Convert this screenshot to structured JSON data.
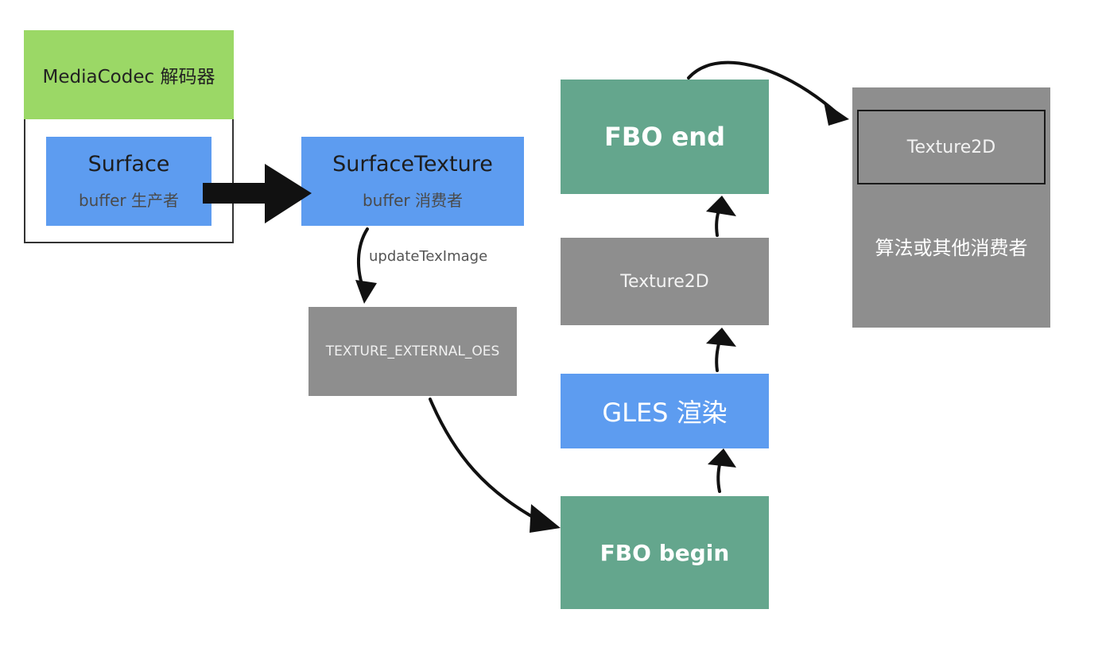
{
  "decoder": {
    "title": "MediaCodec 解码器"
  },
  "surface": {
    "title": "Surface",
    "subtitle": "buffer 生产者"
  },
  "surface_texture": {
    "title": "SurfaceTexture",
    "subtitle": "buffer 消费者"
  },
  "update_label": "updateTexImage",
  "oes": {
    "label": "TEXTURE_EXTERNAL_OES"
  },
  "fbo_begin": {
    "label": "FBO begin"
  },
  "gles": {
    "label": "GLES 渲染"
  },
  "texture_mid": {
    "label": "Texture2D"
  },
  "fbo_end": {
    "label": "FBO end"
  },
  "consumer": {
    "texture_label": "Texture2D",
    "label": "算法或其他消费者"
  },
  "colors": {
    "green": "#9bd866",
    "blue": "#5d9cf0",
    "gray": "#8e8e8e",
    "teal": "#64a68d",
    "arrow": "#111111"
  }
}
